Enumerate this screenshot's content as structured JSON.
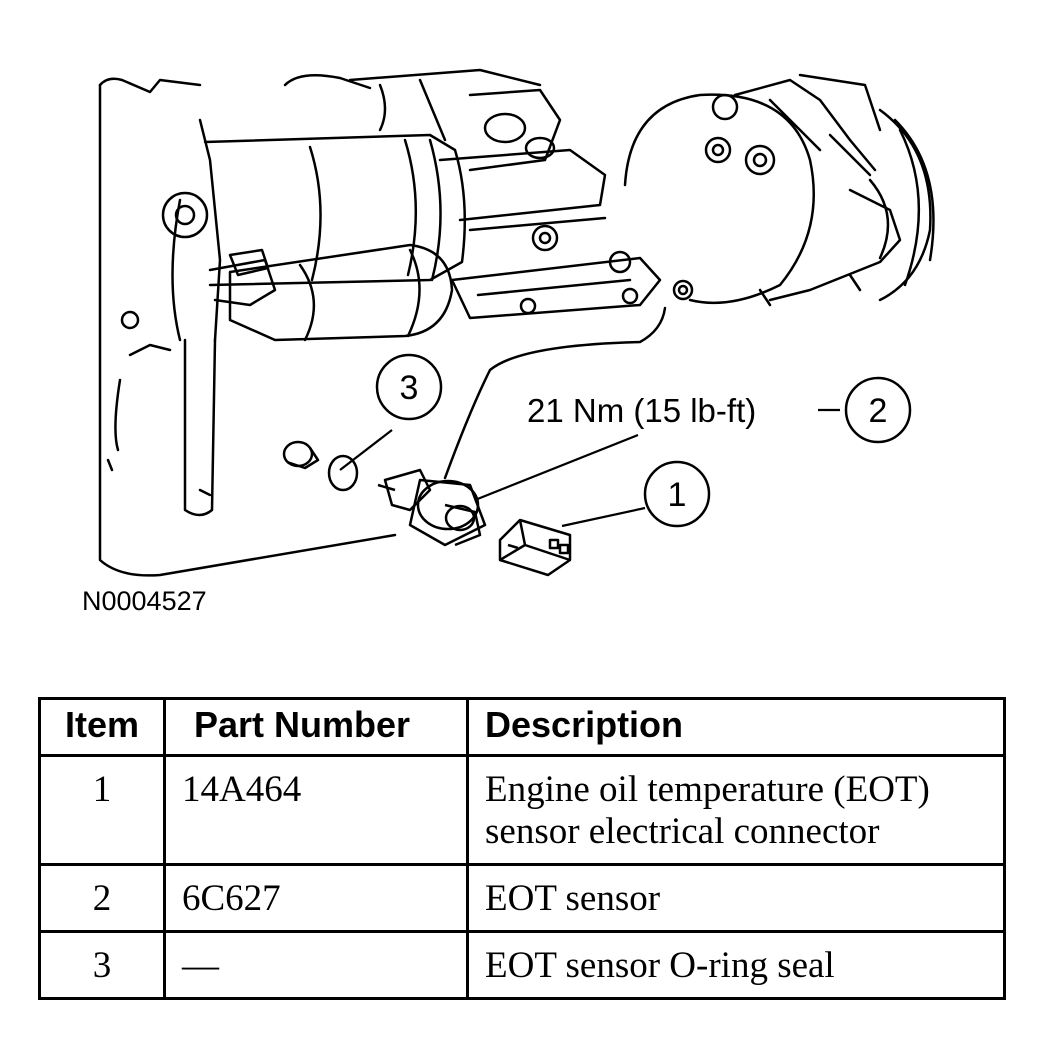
{
  "figure": {
    "id": "N0004527",
    "torque_label": "21 Nm (15 lb-ft)",
    "callouts": [
      "1",
      "2",
      "3"
    ]
  },
  "table": {
    "headers": [
      "Item",
      "Part Number",
      "Description"
    ],
    "rows": [
      {
        "item": "1",
        "part_number": "14A464",
        "description": "Engine oil temperature (EOT) sensor electrical connector"
      },
      {
        "item": "2",
        "part_number": "6C627",
        "description": "EOT sensor"
      },
      {
        "item": "3",
        "part_number": "—",
        "description": "EOT sensor O-ring seal"
      }
    ]
  }
}
